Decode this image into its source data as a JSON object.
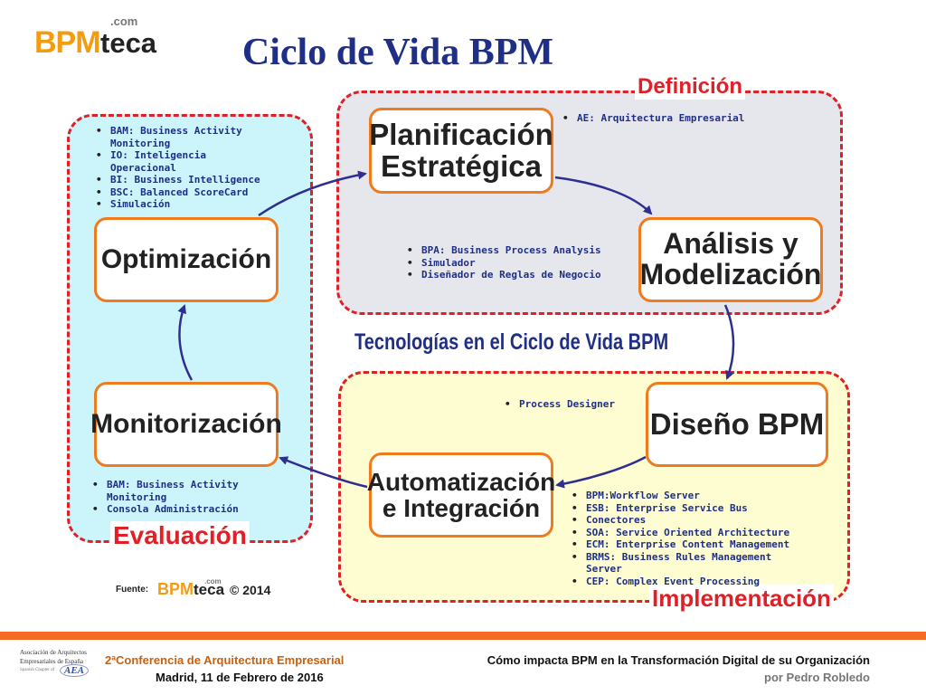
{
  "header": {
    "logo": {
      "com": ".com",
      "bpm": "BPM",
      "teca": "teca"
    },
    "title": "Ciclo de Vida BPM"
  },
  "regions": {
    "definicion": "Definición",
    "evaluacion": "Evaluación",
    "implementacion": "Implementación"
  },
  "stages": {
    "planificacion": "Planificación\nEstratégica",
    "analisis": "Análisis y\nModelización",
    "optimizacion": "Optimización",
    "monitorizacion": "Monitorización",
    "diseno": "Diseño BPM",
    "automatizacion": "Automatización\ne Integración"
  },
  "subtitle": "Tecnologías en el Ciclo de Vida BPM",
  "lists": {
    "optimizacion": [
      "BAM: Business Activity\nMonitoring",
      "IO: Inteligencia\nOperacional",
      "BI: Business Intelligence",
      "BSC: Balanced ScoreCard",
      "Simulación"
    ],
    "planificacion": [
      "AE: Arquitectura Empresarial"
    ],
    "analisis": [
      "BPA: Business Process Analysis",
      "Simulador",
      "Diseñador de Reglas de Negocio"
    ],
    "diseno": [
      "Process Designer"
    ],
    "monitorizacion": [
      "BAM: Business Activity\nMonitoring",
      "Consola Administración"
    ],
    "automatizacion": [
      "BPM:Workflow Server",
      "ESB: Enterprise Service Bus",
      "Conectores",
      "SOA: Service Oriented Architecture",
      "ECM: Enterprise Content Management",
      "BRMS: Business Rules Management\nServer",
      "CEP: Complex Event Processing"
    ]
  },
  "source": {
    "label": "Fuente:",
    "com": ".com",
    "bpm": "BPM",
    "teca": "teca",
    "copyright": "© 2014"
  },
  "footer": {
    "aea_lines": [
      "Asociación de Arquitectos",
      "Empresariales de España"
    ],
    "aea_chapter": "Spanish Chapter of",
    "aea_badge": "AEA",
    "conference": "2ªConferencia de Arquitectura Empresarial",
    "date": "Madrid, 11 de Febrero de 2016",
    "talk": "Cómo impacta BPM en la Transformación Digital de su Organización",
    "author": "por Pedro Robledo"
  },
  "colors": {
    "navy": "#1f2f86",
    "red": "#e01f26",
    "orange": "#f07a1e",
    "footer_orange": "#f36c21"
  }
}
